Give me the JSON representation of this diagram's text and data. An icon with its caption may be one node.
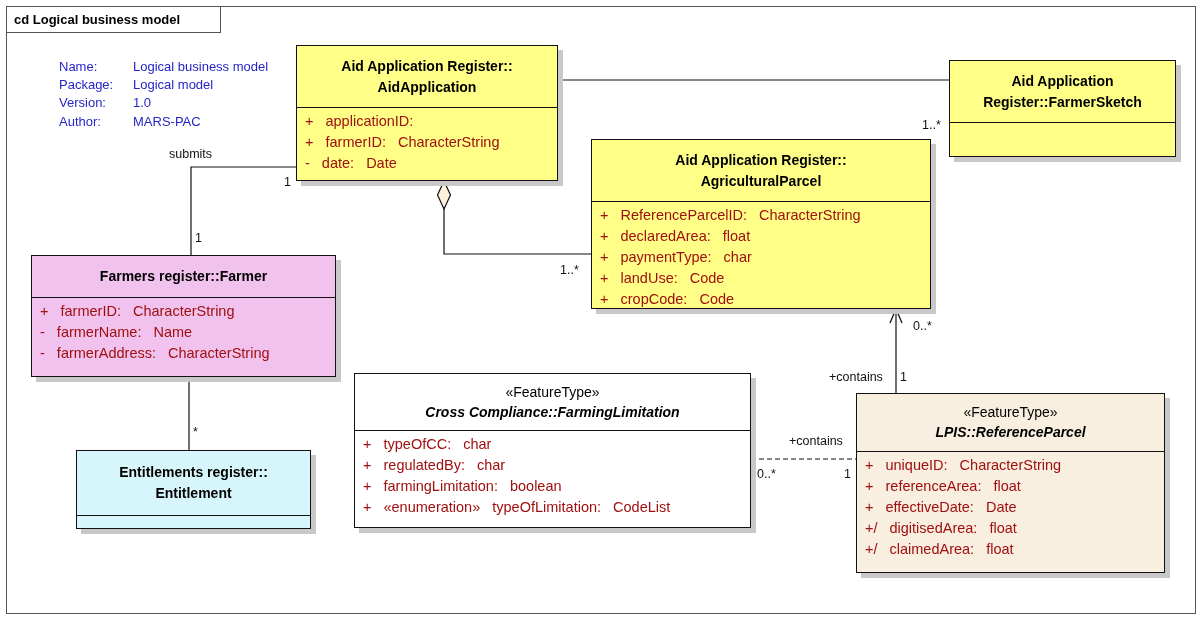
{
  "diagram": {
    "title": "cd Logical business model",
    "nodes": [
      {
        "text": [
          "Aid Application Register:: AidApplication",
          "+ applicationID:",
          "+ farmerID: CharacterString",
          "- date: Date"
        ]
      },
      {
        "text": [
          "Aid Application Register::FarmerSketch"
        ]
      },
      {
        "text": [
          "Aid Application Register:: AgriculturalParcel",
          "+ ReferenceParcelID: CharacterString",
          "+ declaredArea: float",
          "+ paymentType: char",
          "+ landUse: Code",
          "+ cropCode: Code"
        ]
      },
      {
        "text": [
          "Farmers register::Farmer",
          "+ farmerID: CharacterString",
          "- farmerName: Name",
          "- farmerAddress: CharacterString"
        ]
      },
      {
        "text": [
          "Entitlements register:: Entitlement"
        ]
      },
      {
        "text": [
          "«FeatureType»",
          "Cross Compliance::FarmingLimitation",
          "+ typeOfCC: char",
          "+ regulatedBy: char",
          "+ farmingLimitation: boolean",
          "+ «enumeration» typeOfLimitation: CodeList"
        ]
      },
      {
        "text": [
          "«FeatureType»",
          "LPIS::ReferenceParcel",
          "+ uniqueID: CharacterString",
          "+ referenceArea: float",
          "+ effectiveDate: Date",
          "+/ digitisedArea: float",
          "+/ claimedArea: float"
        ]
      }
    ],
    "edges": [
      {
        "from": 0,
        "to": 1,
        "arrow": "none"
      },
      {
        "from": 3,
        "to": 0,
        "arrow": "none",
        "label": "submits"
      },
      {
        "from": 0,
        "to": 2,
        "arrow": "other"
      },
      {
        "from": 3,
        "to": 4,
        "arrow": "none"
      },
      {
        "from": 6,
        "to": 2,
        "arrow": "to"
      },
      {
        "from": 5,
        "to": 6,
        "arrow": "none",
        "style": "dashed"
      }
    ],
    "labels": [
      "Name:",
      "Logical business model",
      "Package:",
      "Logical model",
      "Version:",
      "1.0",
      "Author:",
      "MARS-PAC",
      "1..*",
      "1",
      "1",
      "1..*",
      "0..*",
      "+contains",
      "1",
      "*",
      "+contains",
      "0..*",
      "1"
    ]
  }
}
